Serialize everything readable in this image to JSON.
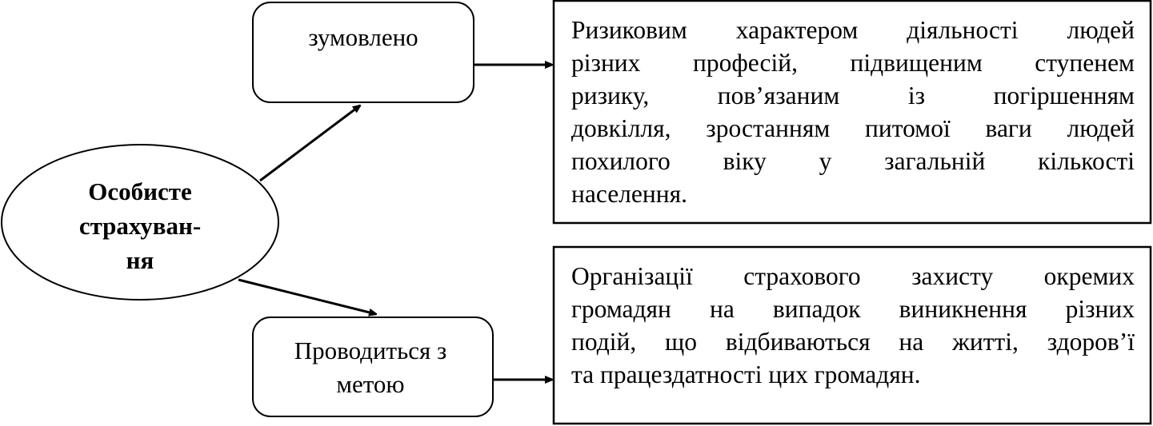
{
  "diagram": {
    "center_node": {
      "lines": [
        "Особисте",
        "страхуван-",
        "ня"
      ]
    },
    "branch_top": {
      "label": "зумовлено",
      "description_lines": [
        "Ризиковим характером діяльності людей",
        "різних професій, підвищеним ступенем",
        "ризику, пов’язаним із погіршенням",
        "довкілля, зростанням питомої ваги людей",
        "похилого віку у загальній кількості",
        "населення."
      ]
    },
    "branch_bottom": {
      "label_lines": [
        "Проводиться з",
        "метою"
      ],
      "description_lines": [
        "Організації страхового захисту окремих",
        "громадян на випадок виникнення різних",
        "подій, що відбиваються на житті, здоров’ї",
        "та працездатності цих громадян."
      ]
    },
    "colors": {
      "stroke": "#000000",
      "background": "#ffffff"
    }
  }
}
